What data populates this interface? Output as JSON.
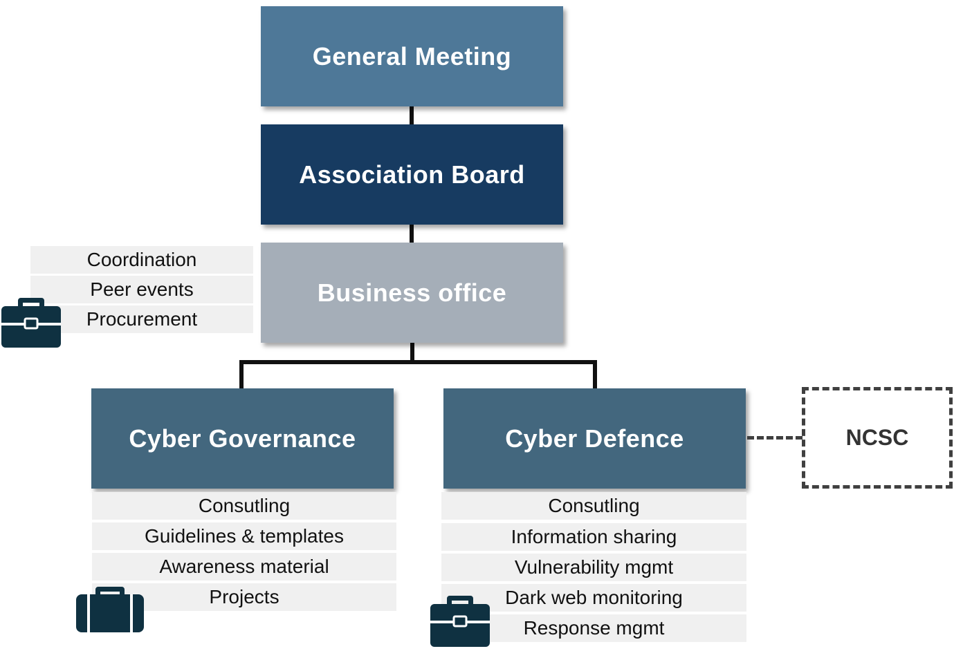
{
  "colors": {
    "general_meeting": "#4e7898",
    "association_board": "#173b61",
    "business_office": "#a5aeb8",
    "units": "#43677e",
    "task_bg": "#f0f0f0",
    "icon": "#0f3141"
  },
  "nodes": {
    "general_meeting": "General Meeting",
    "association_board": "Association Board",
    "business_office": "Business office",
    "cyber_governance": "Cyber Governance",
    "cyber_defence": "Cyber Defence",
    "ncsc": "NCSC"
  },
  "business_office_tasks": [
    "Coordination",
    "Peer events",
    "Procurement"
  ],
  "cyber_governance_tasks": [
    "Consutling",
    "Guidelines & templates",
    "Awareness material",
    "Projects"
  ],
  "cyber_defence_tasks": [
    "Consutling",
    "Information sharing",
    "Vulnerability mgmt",
    "Dark web monitoring",
    "Response mgmt"
  ],
  "icons": [
    "briefcase-icon",
    "briefcase-icon",
    "briefcase-icon"
  ]
}
